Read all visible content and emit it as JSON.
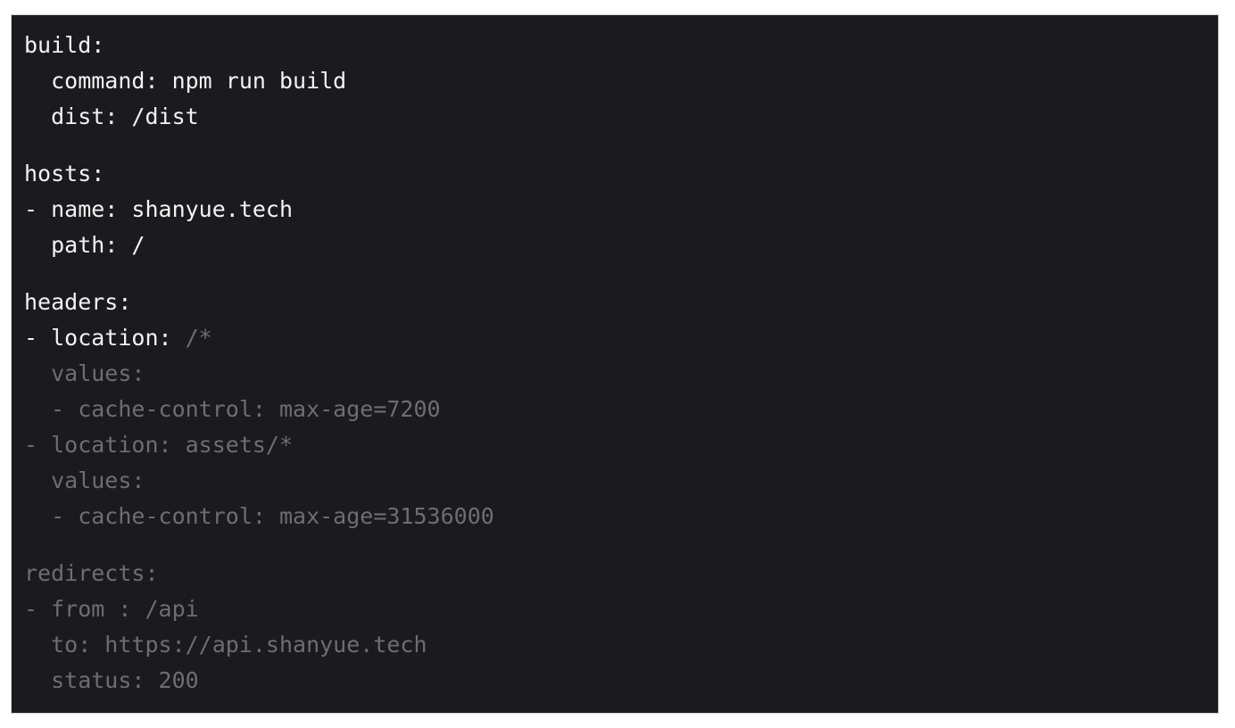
{
  "code_block": {
    "language": "yaml",
    "lines": [
      {
        "text": "build:",
        "dim": ""
      },
      {
        "text": "  command: npm run build",
        "dim": ""
      },
      {
        "text": "  dist: /dist",
        "dim": ""
      },
      {
        "gap": true
      },
      {
        "text": "hosts:",
        "dim": ""
      },
      {
        "text": "- name: shanyue.tech",
        "dim": ""
      },
      {
        "text": "  path: /",
        "dim": ""
      },
      {
        "gap": true
      },
      {
        "text": "headers:",
        "dim": ""
      },
      {
        "text": "- location: ",
        "dim": "/*"
      },
      {
        "text": "",
        "dim": "  values:"
      },
      {
        "text": "",
        "dim": "  - cache-control: max-age=7200"
      },
      {
        "text": "",
        "dim": "- location: assets/*"
      },
      {
        "text": "",
        "dim": "  values:"
      },
      {
        "text": "",
        "dim": "  - cache-control: max-age=31536000"
      },
      {
        "gap": true
      },
      {
        "text": "",
        "dim": "redirects:"
      },
      {
        "text": "",
        "dim": "- from : /api"
      },
      {
        "text": "",
        "dim": "  to: https://api.shanyue.tech"
      },
      {
        "text": "",
        "dim": "  status: 200"
      }
    ]
  },
  "colors": {
    "background": "#1b1a1e",
    "text_bright": "#f3f3f3",
    "text_dim": "#6d6d73"
  }
}
